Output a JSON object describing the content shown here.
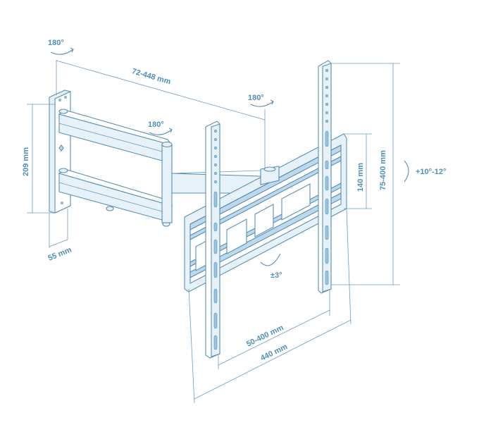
{
  "diagram": {
    "subject": "Full-motion TV wall mount bracket",
    "colors": {
      "line": "#6a9cc0",
      "label": "#4f8fb8",
      "part_fill": "#e6f1f8",
      "background": "#ffffff"
    },
    "labels": {
      "wall_plate_rotation": "180°",
      "arm_extension": "72-448 mm",
      "elbow_rotation": "180°",
      "head_rotation": "180°",
      "wall_plate_height": "209 mm",
      "wall_plate_depth": "55 mm",
      "inner_rail_height": "140 mm",
      "vertical_vesa": "75-400 mm",
      "tilt_range": "+10°-12°",
      "level_adjust": "±3°",
      "horizontal_vesa": "50-400 mm",
      "overall_width": "440 mm"
    }
  }
}
